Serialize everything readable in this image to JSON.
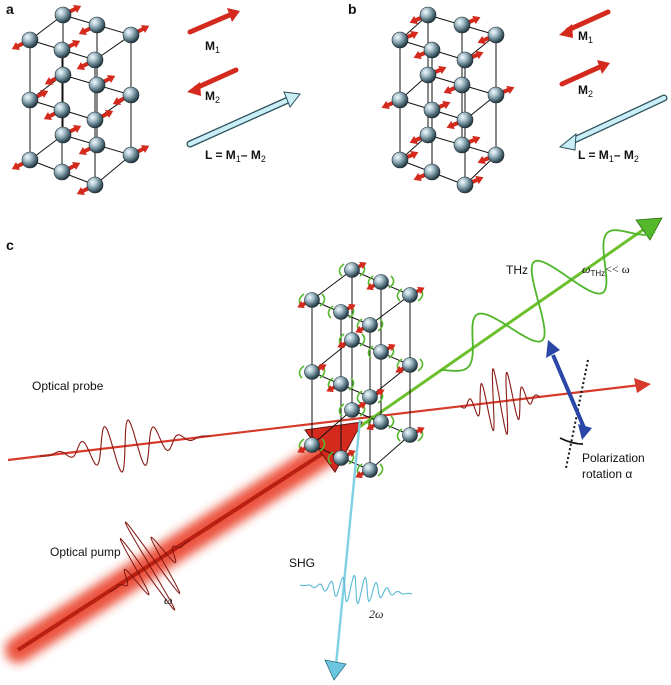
{
  "panels": {
    "a": {
      "letter": "a",
      "m1": "M",
      "m1_sub": "1",
      "m2": "M",
      "m2_sub": "2",
      "eq_lhs": "L = M",
      "eq_sub1": "1",
      "eq_minus": "– M",
      "eq_sub2": "2"
    },
    "b": {
      "letter": "b",
      "m1": "M",
      "m1_sub": "1",
      "m2": "M",
      "m2_sub": "2",
      "eq_lhs": "L = M",
      "eq_sub1": "1",
      "eq_minus": "– M",
      "eq_sub2": "2"
    },
    "c": {
      "letter": "c",
      "thz": "THz",
      "omega_thz": "ω",
      "omega_thz_sub": "THz",
      "omega_cmp": "<< ω",
      "optical_probe": "Optical probe",
      "optical_pump": "Optical pump",
      "omega": "ω",
      "shg": "SHG",
      "two_omega": "2ω",
      "polarization": "Polarization",
      "rotation": "rotation α"
    }
  },
  "colors": {
    "spin_red": "#d42a1e",
    "atom": "#6f8b96",
    "light_blue": "#bfe6ee",
    "thz_green": "#55b82a",
    "probe_red": "#d63a2a",
    "pulse_dark_red": "#8a1a16",
    "shg_blue": "#6cc6df",
    "pol_blue": "#2a47a8"
  }
}
